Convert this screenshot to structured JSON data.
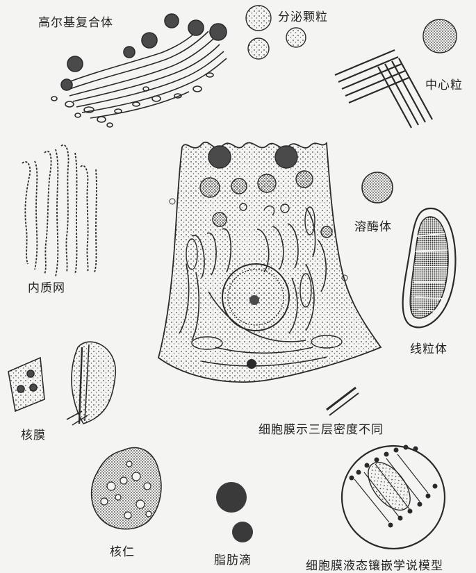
{
  "labels": {
    "golgi": "高尔基复合体",
    "secretory_granules": "分泌颗粒",
    "centriole": "中心粒",
    "endoplasmic_reticulum": "内质网",
    "lysosome": "溶酶体",
    "mitochondria": "线粒体",
    "nuclear_membrane": "核膜",
    "membrane_three_layers": "细胞膜示三层密度不同",
    "nucleolus": "核仁",
    "lipid_droplets": "脂肪滴",
    "fluid_mosaic_model": "细胞膜液态镶嵌学说模型"
  },
  "colors": {
    "background": "#f4f4f2",
    "ink": "#2a2a2a",
    "dark_fill": "#4a4a4a"
  }
}
